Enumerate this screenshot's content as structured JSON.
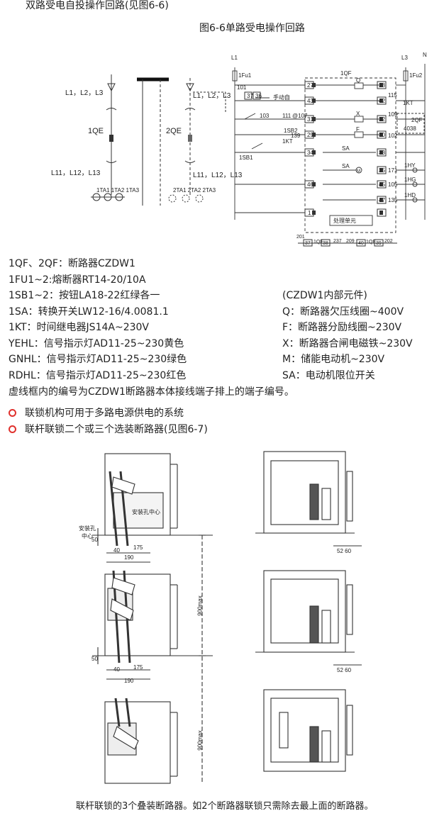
{
  "header": "双路受电自投操作回路(见图6-6)",
  "figure_title": "图6-6单路受电操作回路",
  "diagram_labels": {
    "l123": "L1，L2，L3",
    "l123b": "L1，L2，L3",
    "qe1": "1QE",
    "qe2": "2QE",
    "l111213": "L11，L12，L13",
    "l111213b": "L11，L12，L13",
    "ta1": "1TA1 1TA2  1TA3",
    "ta2": "2TA1 2TA2  2TA3",
    "L1": "L1",
    "L3": "L3",
    "N": "N",
    "fu1": "1Fu1",
    "fu2": "1Fu2",
    "qf1": "1QF",
    "kt": "1KT",
    "sb1": "1SB1",
    "sb2": "1SB2",
    "qf2": "2QF",
    "sa": "SA",
    "q": "Q",
    "x": "X",
    "f": "F",
    "m": "M",
    "hy": "1HY",
    "hg": "1HG",
    "hd": "1HD",
    "unit": "处理单元",
    "n103": "103",
    "n101": "101",
    "n111": "111",
    "n107": "@107",
    "n139": "139",
    "n115": "115",
    "n109": "109",
    "n102": "102",
    "n171": "171",
    "n105": "105",
    "n135": "135",
    "n4038": "4038",
    "hand": "手动自",
    "t27": "27",
    "t28": "28",
    "t43": "43",
    "t42": "42",
    "t31": "31",
    "t32": "32",
    "t29": "29",
    "t30": "30",
    "t34": "34",
    "t33": "33",
    "t35": "35",
    "t46": "46",
    "t45": "45",
    "t47": "47",
    "t1": "1",
    "t2": "2",
    "t37": "37",
    "t36": "36",
    "b201": "201",
    "b237": "237",
    "b209": "209",
    "b202": "202",
    "b37": "37",
    "b38": "38",
    "b40": "40",
    "b39": "39",
    "b1qf": "1QF",
    "b1qf2": "1QF"
  },
  "legend_left": [
    "1QF、2QF：断路器CZDW1",
    "1FU1~2:熔断器RT14-20/10A",
    "1SB1~2：按钮LA18-22红绿各一",
    "1SA：转换开关LW12-16/4.0081.1",
    "1KT：时间继电器JS14A~230V",
    "YEHL：信号指示灯AD11-25~230黄色",
    "GNHL：信号指示灯AD11-25~230绿色",
    "RDHL：信号指示灯AD11-25~230红色"
  ],
  "legend_right": [
    "(CZDW1内部元件)",
    "Q：断路器欠压线圈~400V",
    "F：断路器分励线圈~230V",
    "X：断路器合闸电磁铁~230V",
    "M：储能电动机~230V",
    "SA：电动机限位开关"
  ],
  "note": "虚线框内的编号为CZDW1断路器本体接线端子排上的端子编号。",
  "bullets": [
    "联锁机构可用于多路电源供电的系统",
    "联杆联锁二个或三个选装断路器(见图6-7)"
  ],
  "dims": {
    "d50": "50",
    "d40": "40",
    "d175": "175",
    "d190": "190",
    "d50b": "50",
    "d40b": "40",
    "d175b": "175",
    "d190b": "190",
    "d5260": "52 60",
    "d5260b": "52 60",
    "max1": "900max",
    "max2": "900max",
    "mount": "安装孔中心"
  },
  "caption": "联杆联锁的3个叠装断路器。如2个断路器联锁只需除去最上面的断路器。"
}
